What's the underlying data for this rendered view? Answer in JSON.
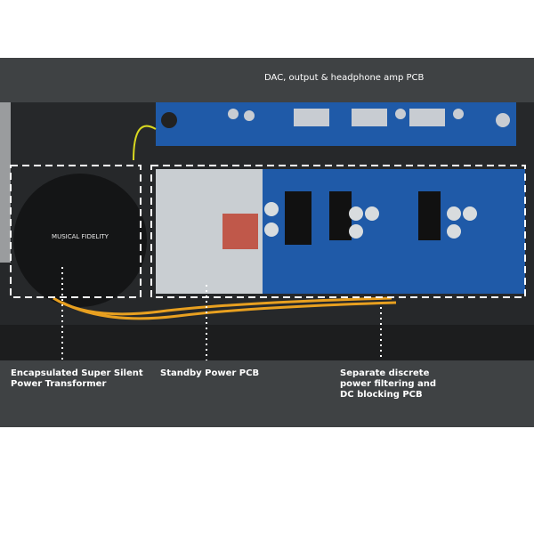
{
  "labels": {
    "dac_pcb": "DAC, output & headphone amp PCB",
    "transformer": "Encapsulated Super Silent\nPower Transformer",
    "standby_pcb": "Standby Power PCB",
    "filter_pcb": "Separate discrete\npower filtering and\nDC blocking PCB"
  },
  "transformer_brand": "MUSICAL FIDELITY",
  "colors": {
    "panel": "#3f4244",
    "pcb": "#1f5aa8",
    "chassis": "#2a2c2e"
  }
}
